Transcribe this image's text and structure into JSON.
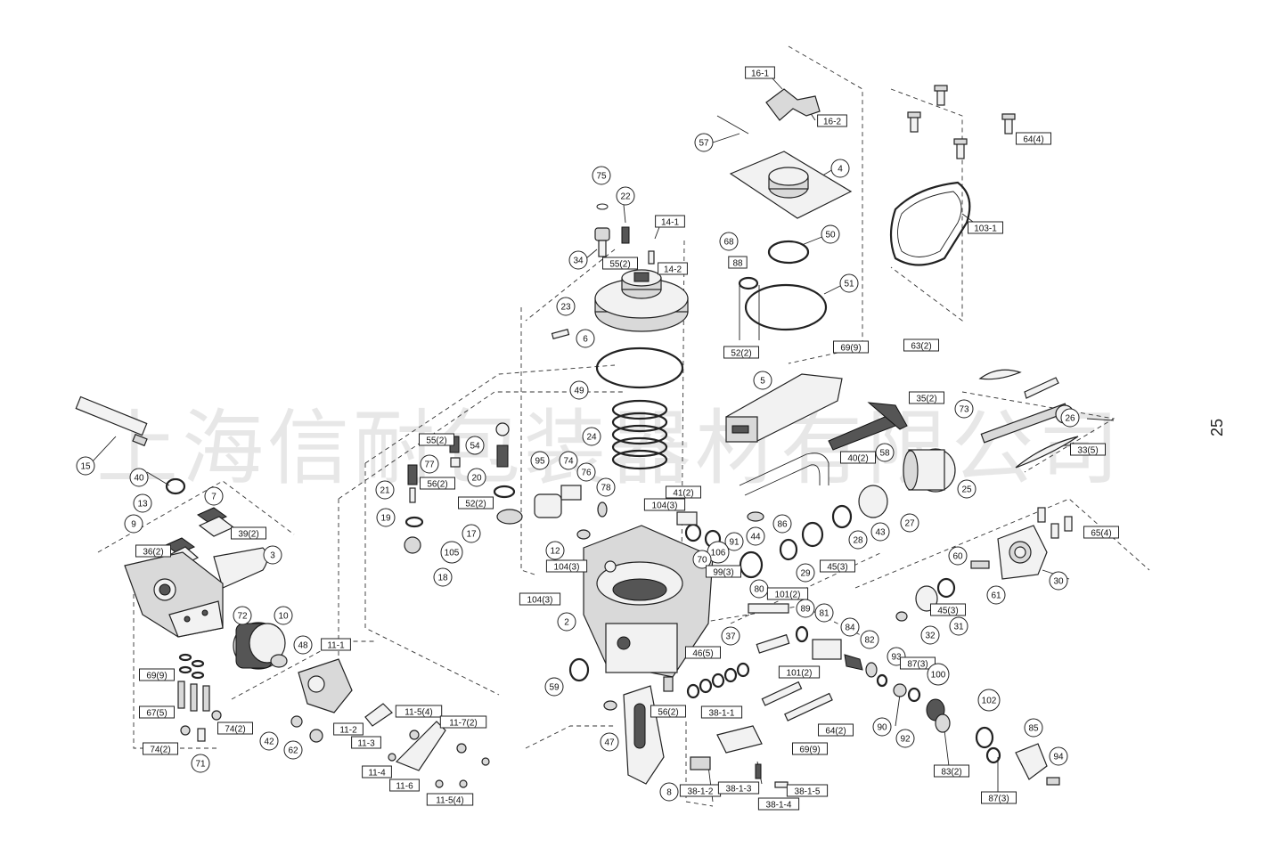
{
  "page_number": "25",
  "watermark": "上海信耐包装器材有限公司",
  "labels": [
    {
      "text": "16-1",
      "boxed": true
    },
    {
      "text": "16-2",
      "boxed": true
    },
    {
      "text": "57",
      "boxed": false
    },
    {
      "text": "64(4)",
      "boxed": true
    },
    {
      "text": "4",
      "boxed": false
    },
    {
      "text": "75",
      "boxed": false
    },
    {
      "text": "22",
      "boxed": false
    },
    {
      "text": "14-1",
      "boxed": true
    },
    {
      "text": "103-1",
      "boxed": true
    },
    {
      "text": "68",
      "boxed": false
    },
    {
      "text": "50",
      "boxed": false
    },
    {
      "text": "34",
      "boxed": false
    },
    {
      "text": "55(2)",
      "boxed": true
    },
    {
      "text": "14-2",
      "boxed": true
    },
    {
      "text": "88",
      "boxed": true
    },
    {
      "text": "51",
      "boxed": false
    },
    {
      "text": "23",
      "boxed": false
    },
    {
      "text": "6",
      "boxed": false
    },
    {
      "text": "52(2)",
      "boxed": true
    },
    {
      "text": "69(9)",
      "boxed": true
    },
    {
      "text": "63(2)",
      "boxed": true
    },
    {
      "text": "49",
      "boxed": false
    },
    {
      "text": "5",
      "boxed": false
    },
    {
      "text": "35(2)",
      "boxed": true
    },
    {
      "text": "73",
      "boxed": false
    },
    {
      "text": "26",
      "boxed": false
    },
    {
      "text": "55(2)",
      "boxed": true
    },
    {
      "text": "54",
      "boxed": false
    },
    {
      "text": "24",
      "boxed": false
    },
    {
      "text": "40(2)",
      "boxed": true
    },
    {
      "text": "58",
      "boxed": false
    },
    {
      "text": "33(5)",
      "boxed": true
    },
    {
      "text": "15",
      "boxed": false
    },
    {
      "text": "40",
      "boxed": false
    },
    {
      "text": "77",
      "boxed": false
    },
    {
      "text": "56(2)",
      "boxed": true
    },
    {
      "text": "20",
      "boxed": false
    },
    {
      "text": "95",
      "boxed": false
    },
    {
      "text": "74",
      "boxed": false
    },
    {
      "text": "76",
      "boxed": false
    },
    {
      "text": "78",
      "boxed": false
    },
    {
      "text": "21",
      "boxed": false
    },
    {
      "text": "25",
      "boxed": false
    },
    {
      "text": "13",
      "boxed": false
    },
    {
      "text": "7",
      "boxed": false
    },
    {
      "text": "52(2)",
      "boxed": true
    },
    {
      "text": "41(2)",
      "boxed": true
    },
    {
      "text": "104(3)",
      "boxed": true
    },
    {
      "text": "19",
      "boxed": false
    },
    {
      "text": "17",
      "boxed": false
    },
    {
      "text": "86",
      "boxed": false
    },
    {
      "text": "27",
      "boxed": false
    },
    {
      "text": "9",
      "boxed": false
    },
    {
      "text": "39(2)",
      "boxed": true
    },
    {
      "text": "91",
      "boxed": false
    },
    {
      "text": "44",
      "boxed": false
    },
    {
      "text": "28",
      "boxed": false
    },
    {
      "text": "43",
      "boxed": false
    },
    {
      "text": "65(4)",
      "boxed": true
    },
    {
      "text": "36(2)",
      "boxed": true
    },
    {
      "text": "3",
      "boxed": false
    },
    {
      "text": "105",
      "boxed": false
    },
    {
      "text": "12",
      "boxed": false
    },
    {
      "text": "106",
      "boxed": false
    },
    {
      "text": "70",
      "boxed": false
    },
    {
      "text": "29",
      "boxed": false
    },
    {
      "text": "45(3)",
      "boxed": true
    },
    {
      "text": "60",
      "boxed": false
    },
    {
      "text": "104(3)",
      "boxed": true
    },
    {
      "text": "99(3)",
      "boxed": true
    },
    {
      "text": "30",
      "boxed": false
    },
    {
      "text": "18",
      "boxed": false
    },
    {
      "text": "104(3)",
      "boxed": true
    },
    {
      "text": "80",
      "boxed": false
    },
    {
      "text": "101(2)",
      "boxed": true
    },
    {
      "text": "61",
      "boxed": false
    },
    {
      "text": "89",
      "boxed": false
    },
    {
      "text": "45(3)",
      "boxed": true
    },
    {
      "text": "2",
      "boxed": false
    },
    {
      "text": "81",
      "boxed": false
    },
    {
      "text": "72",
      "boxed": false
    },
    {
      "text": "10",
      "boxed": false
    },
    {
      "text": "84",
      "boxed": false
    },
    {
      "text": "31",
      "boxed": false
    },
    {
      "text": "32",
      "boxed": false
    },
    {
      "text": "11-1",
      "boxed": true
    },
    {
      "text": "48",
      "boxed": false
    },
    {
      "text": "37",
      "boxed": false
    },
    {
      "text": "82",
      "boxed": false
    },
    {
      "text": "46(5)",
      "boxed": true
    },
    {
      "text": "101(2)",
      "boxed": true
    },
    {
      "text": "93",
      "boxed": false
    },
    {
      "text": "87(3)",
      "boxed": true
    },
    {
      "text": "69(9)",
      "boxed": true
    },
    {
      "text": "59",
      "boxed": false
    },
    {
      "text": "100",
      "boxed": false
    },
    {
      "text": "102",
      "boxed": false
    },
    {
      "text": "67(5)",
      "boxed": true
    },
    {
      "text": "11-5(4)",
      "boxed": true
    },
    {
      "text": "11-7(2)",
      "boxed": true
    },
    {
      "text": "56(2)",
      "boxed": true
    },
    {
      "text": "38-1-1",
      "boxed": true
    },
    {
      "text": "85",
      "boxed": false
    },
    {
      "text": "74(2)",
      "boxed": true
    },
    {
      "text": "11-2",
      "boxed": true
    },
    {
      "text": "42",
      "boxed": false
    },
    {
      "text": "64(2)",
      "boxed": true
    },
    {
      "text": "90",
      "boxed": false
    },
    {
      "text": "11-3",
      "boxed": true
    },
    {
      "text": "62",
      "boxed": false
    },
    {
      "text": "47",
      "boxed": false
    },
    {
      "text": "92",
      "boxed": false
    },
    {
      "text": "74(2)",
      "boxed": true
    },
    {
      "text": "69(9)",
      "boxed": true
    },
    {
      "text": "94",
      "boxed": false
    },
    {
      "text": "71",
      "boxed": false
    },
    {
      "text": "11-4",
      "boxed": true
    },
    {
      "text": "83(2)",
      "boxed": true
    },
    {
      "text": "11-6",
      "boxed": true
    },
    {
      "text": "8",
      "boxed": false
    },
    {
      "text": "38-1-2",
      "boxed": true
    },
    {
      "text": "38-1-3",
      "boxed": true
    },
    {
      "text": "38-1-5",
      "boxed": true
    },
    {
      "text": "11-5(4)",
      "boxed": true
    },
    {
      "text": "87(3)",
      "boxed": true
    },
    {
      "text": "38-1-4",
      "boxed": true
    }
  ]
}
